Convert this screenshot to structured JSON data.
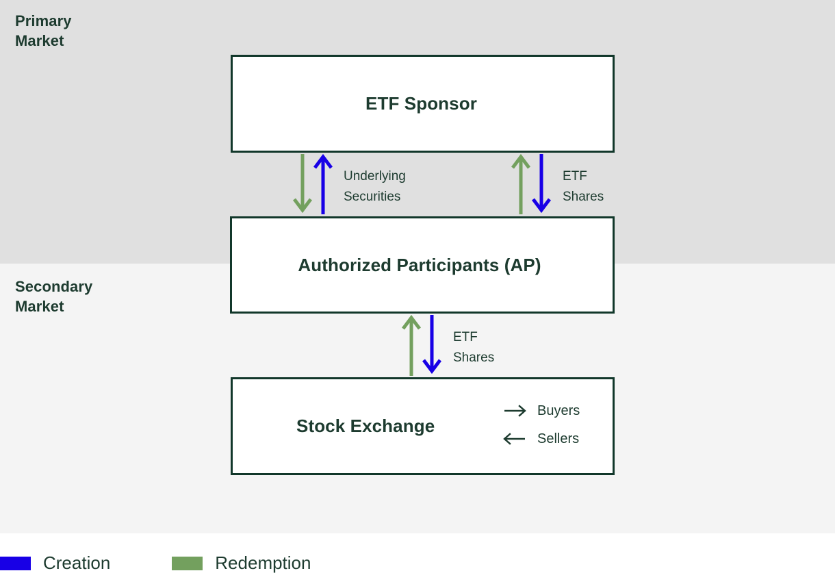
{
  "sections": {
    "primary": {
      "label": "Primary\nMarket",
      "background": "#e0e0e0"
    },
    "secondary": {
      "label": "Secondary\nMarket",
      "background": "#f4f4f4"
    }
  },
  "entities": [
    {
      "id": "etf-sponsor",
      "title": "ETF Sponsor"
    },
    {
      "id": "authorized-participants",
      "title": "Authorized Participants (AP)"
    },
    {
      "id": "stock-exchange",
      "title": "Stock Exchange"
    }
  ],
  "traders": [
    {
      "label": "Buyers",
      "direction": "right"
    },
    {
      "label": "Sellers",
      "direction": "left"
    }
  ],
  "flows": [
    {
      "id": "underlying-securities",
      "caption": "Underlying\nSecurities",
      "between": [
        "ETF Sponsor",
        "Authorized Participants (AP)"
      ],
      "arrows": [
        {
          "type": "redemption",
          "direction": "down",
          "color": "#73a05e"
        },
        {
          "type": "creation",
          "direction": "up",
          "color": "#1800e6"
        }
      ]
    },
    {
      "id": "etf-shares-primary",
      "caption": "ETF\nShares",
      "between": [
        "ETF Sponsor",
        "Authorized Participants (AP)"
      ],
      "arrows": [
        {
          "type": "redemption",
          "direction": "up",
          "color": "#73a05e"
        },
        {
          "type": "creation",
          "direction": "down",
          "color": "#1800e6"
        }
      ]
    },
    {
      "id": "etf-shares-secondary",
      "caption": "ETF\nShares",
      "between": [
        "Authorized Participants (AP)",
        "Stock Exchange"
      ],
      "arrows": [
        {
          "type": "redemption",
          "direction": "up",
          "color": "#73a05e"
        },
        {
          "type": "creation",
          "direction": "down",
          "color": "#1800e6"
        }
      ]
    }
  ],
  "legend": [
    {
      "label": "Creation",
      "color": "#1800e6"
    },
    {
      "label": "Redemption",
      "color": "#73a05e"
    }
  ],
  "colors": {
    "border": "#11372a",
    "text": "#1d3b2f",
    "creation": "#1800e6",
    "redemption": "#73a05e",
    "primary_band": "#e0e0e0",
    "secondary_band": "#f4f4f4"
  }
}
